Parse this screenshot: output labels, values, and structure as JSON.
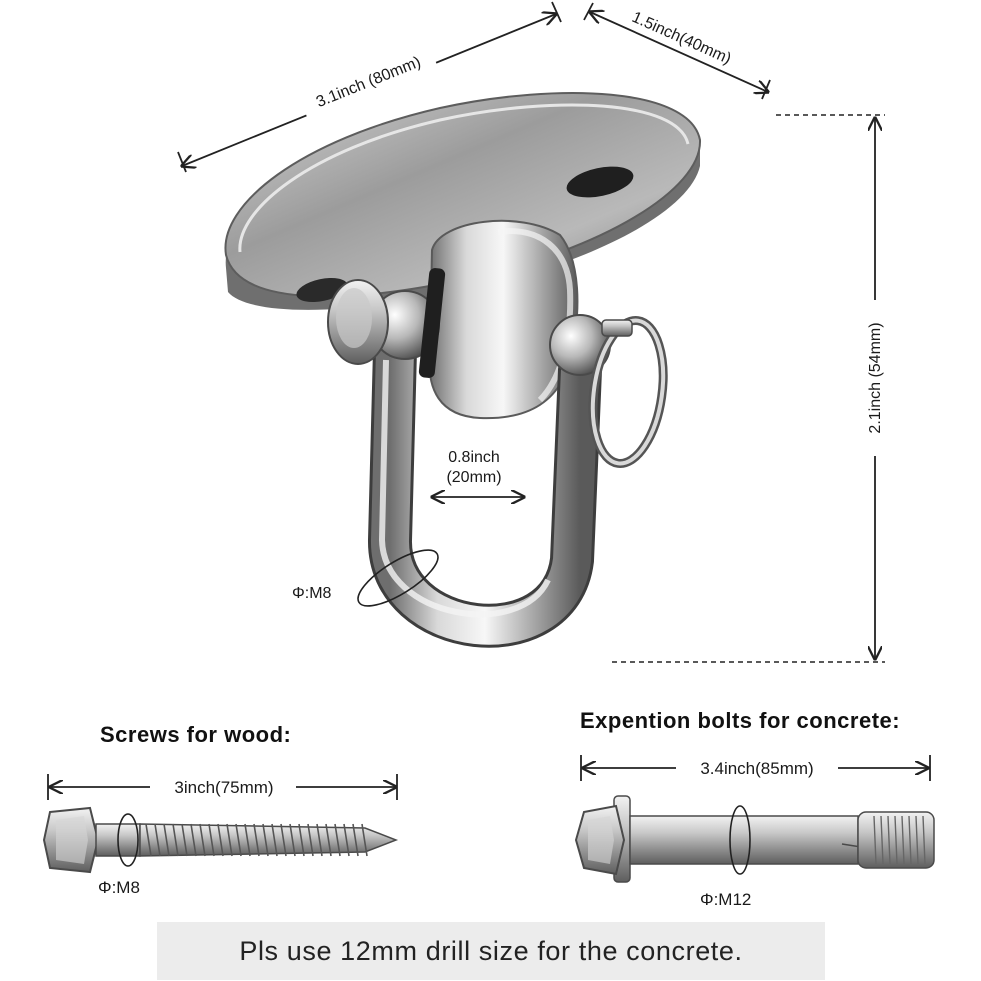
{
  "dimensions": {
    "plate_length": "3.1inch (80mm)",
    "plate_width": "1.5inch(40mm)",
    "height": "2.1inch (54mm)",
    "shackle_gap_in": "0.8inch",
    "shackle_gap_mm": "(20mm)",
    "shackle_diameter": "Φ:M8"
  },
  "wood_screw": {
    "heading": "Screws for wood:",
    "length": "3inch(75mm)",
    "diameter": "Φ:M8"
  },
  "concrete_bolt": {
    "heading": "Expention bolts for concrete:",
    "length": "3.4inch(85mm)",
    "diameter": "Φ:M12"
  },
  "note": "Pls use 12mm drill size for the concrete."
}
